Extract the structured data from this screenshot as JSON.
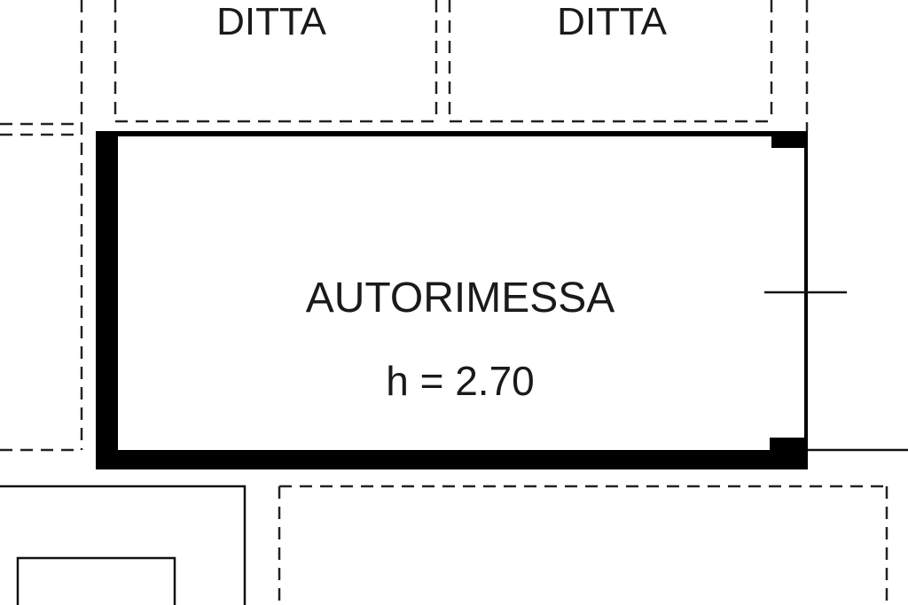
{
  "labels": {
    "top_left_room": "DITTA",
    "top_right_room": "DITTA",
    "main_room": "AUTORIMESSA",
    "main_room_height": "h = 2.70"
  }
}
